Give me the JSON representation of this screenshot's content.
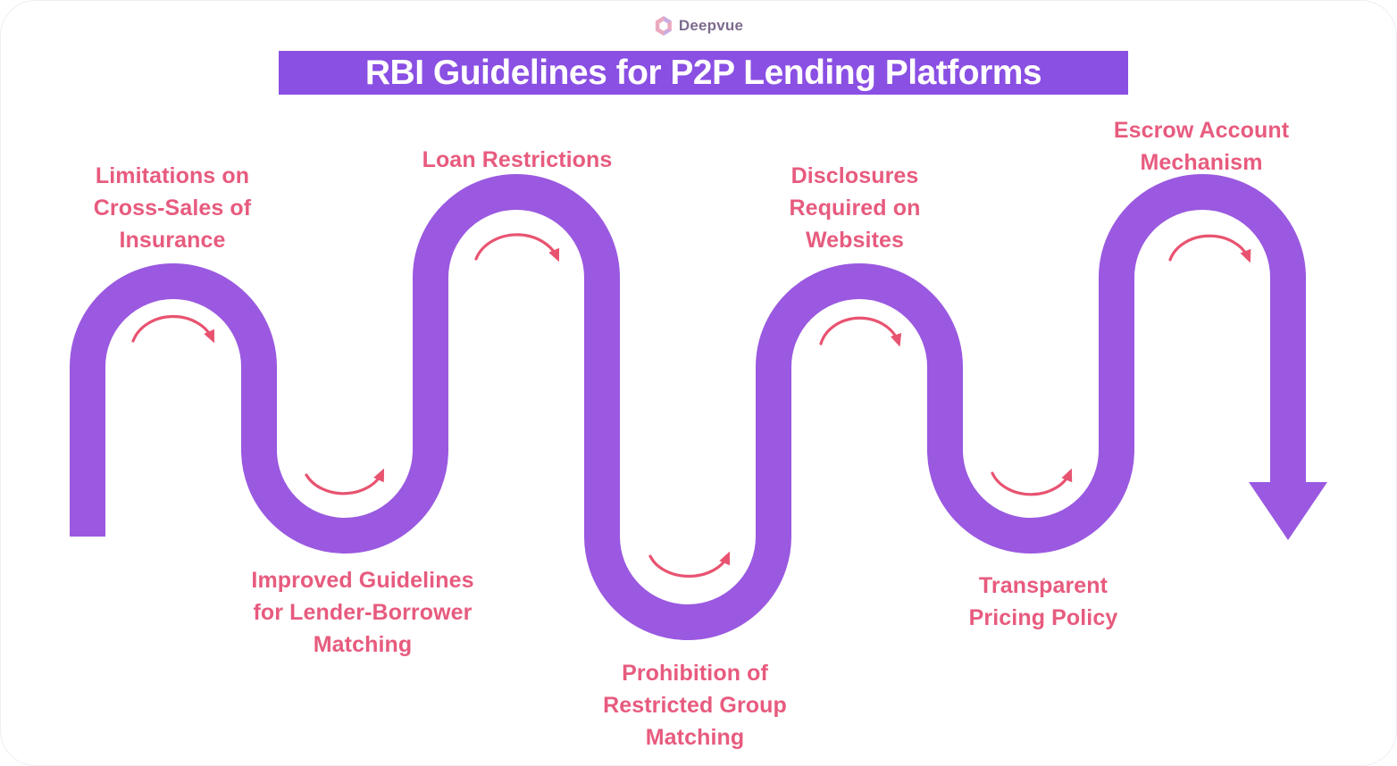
{
  "logo": {
    "brand": "Deepvue"
  },
  "title": "RBI Guidelines for P2P Lending Platforms",
  "colors": {
    "banner_purple": "#8a4fe3",
    "path_purple": "#9a59e0",
    "label_pink": "#e75b7e",
    "arrow_pink": "#e85370",
    "logo_text": "#7d6b8e",
    "background": "#ffffff"
  },
  "steps": [
    {
      "label": "Limitations on\nCross-Sales of\nInsurance",
      "position": "top"
    },
    {
      "label": "Improved Guidelines\nfor Lender-Borrower\nMatching",
      "position": "bottom"
    },
    {
      "label": "Loan Restrictions",
      "position": "top"
    },
    {
      "label": "Prohibition of\nRestricted Group\nMatching",
      "position": "bottom"
    },
    {
      "label": "Disclosures\nRequired on\nWebsites",
      "position": "top"
    },
    {
      "label": "Transparent\nPricing Policy",
      "position": "bottom"
    },
    {
      "label": "Escrow Account\nMechanism",
      "position": "top"
    }
  ]
}
